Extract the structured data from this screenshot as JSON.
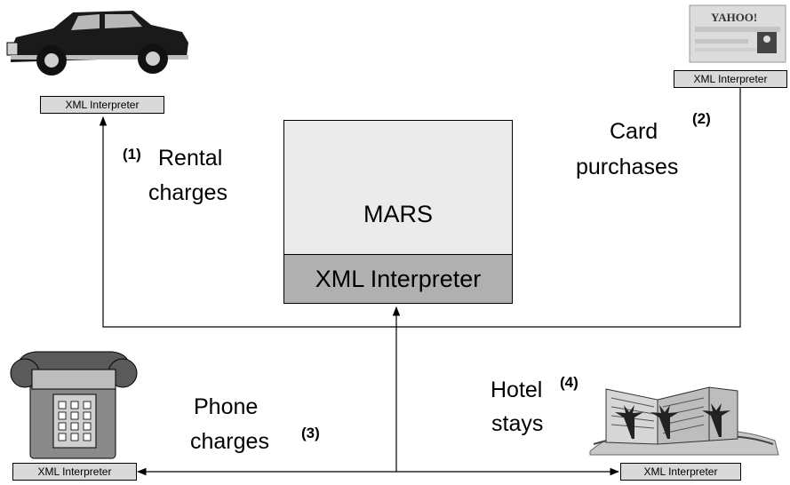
{
  "mars": {
    "title": "MARS",
    "interpreter": "XML Interpreter"
  },
  "nodes": {
    "car": {
      "interpreter": "XML Interpreter",
      "number": "(1)",
      "label_line1": "Rental",
      "label_line2": "charges",
      "icon": "car-icon"
    },
    "card": {
      "interpreter": "XML Interpreter",
      "number": "(2)",
      "label_line1": "Card",
      "label_line2": "purchases",
      "icon": "credit-card-icon",
      "card_text": "YAHOO!"
    },
    "phone": {
      "interpreter": "XML Interpreter",
      "number": "(3)",
      "label_line1": "Phone",
      "label_line2": "charges",
      "icon": "telephone-icon"
    },
    "hotel": {
      "interpreter": "XML Interpreter",
      "number": "(4)",
      "label_line1": "Hotel",
      "label_line2": "stays",
      "icon": "hotel-icon"
    }
  }
}
